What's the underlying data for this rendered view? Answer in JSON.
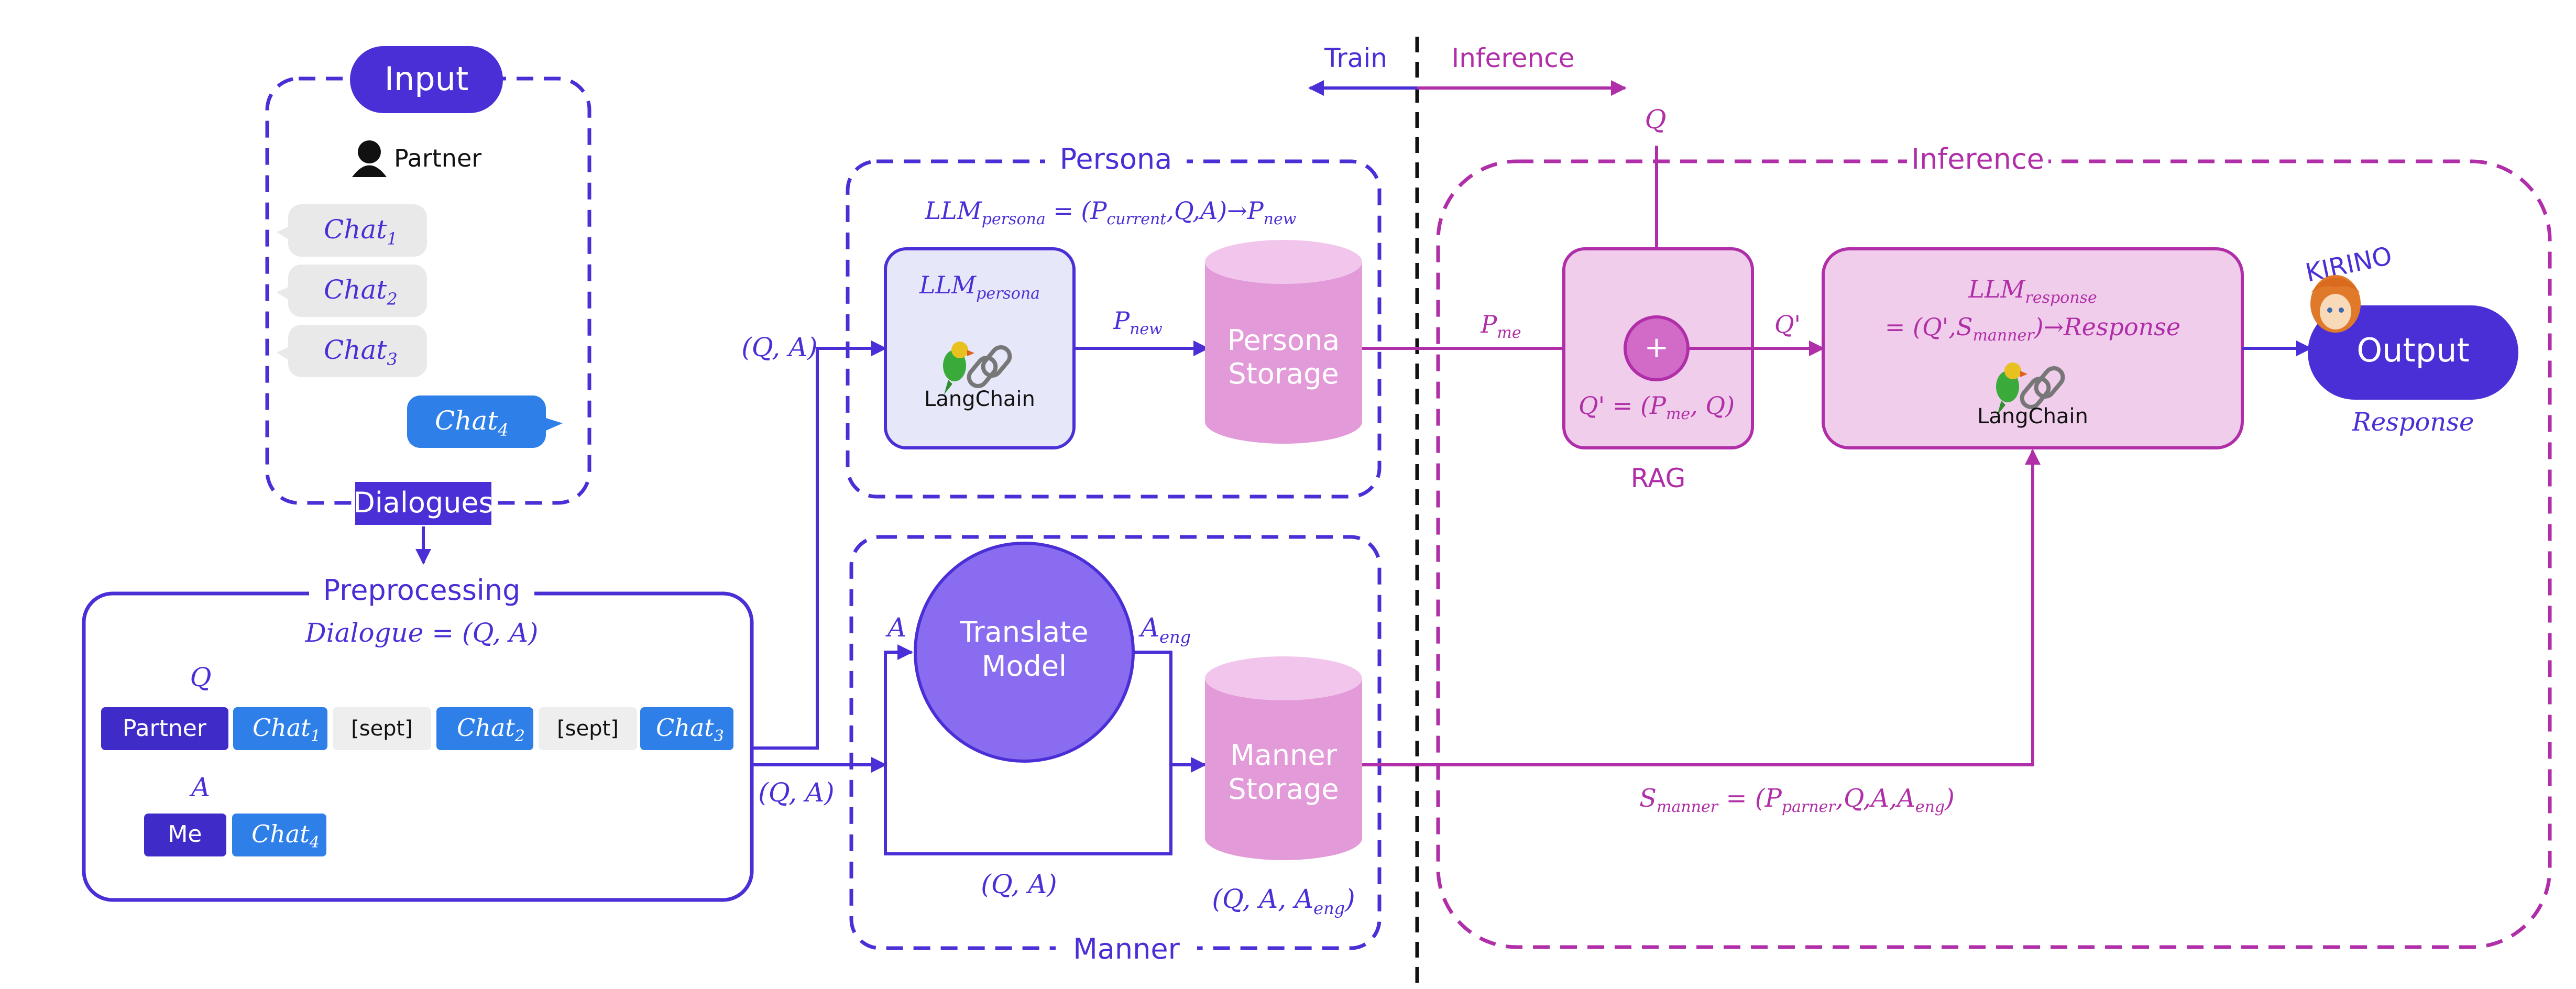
{
  "colors": {
    "blue": "#4B2FD6",
    "blue_dark": "#3F2BC8",
    "chat_blue": "#2F7FE8",
    "chat_gray": "#E9E9E9",
    "magenta": "#B02EA8",
    "pink_fill": "#F0CDEA",
    "pink_cyl": "#E39AD8",
    "purple_circle": "#8A6CF0",
    "lavender": "#E6E8FA"
  },
  "input": {
    "title": "Input",
    "partner": "Partner",
    "chat1": "Chat",
    "chat1_sub": "1",
    "chat2": "Chat",
    "chat2_sub": "2",
    "chat3": "Chat",
    "chat3_sub": "3",
    "chat4": "Chat",
    "chat4_sub": "4",
    "dialogues": "Dialogues"
  },
  "preprocessing": {
    "title": "Preprocessing",
    "formula": "Dialogue = (Q, A)",
    "q_label": "Q",
    "a_label": "A",
    "partner": "Partner",
    "chat1": "Chat",
    "chat1_sub": "1",
    "sep1": "[sept]",
    "chat2": "Chat",
    "chat2_sub": "2",
    "sep2": "[sept]",
    "chat3": "Chat",
    "chat3_sub": "3",
    "me": "Me",
    "chat4": "Chat",
    "chat4_sub": "4"
  },
  "flow": {
    "qa_upper": "(Q, A)",
    "qa_lower": "(Q, A)"
  },
  "persona": {
    "title": "Persona",
    "formula_llm": "LLM",
    "formula_llm_sub": "persona",
    "formula_rest_a": " = (P",
    "formula_cur_sub": "current",
    "formula_rest_b": ",Q,A)→P",
    "formula_new_sub": "new",
    "llm_label": "LLM",
    "llm_label_sub": "persona",
    "langchain": "LangChain",
    "p_new": "P",
    "p_new_sub": "new",
    "storage_line1": "Persona",
    "storage_line2": "Storage"
  },
  "manner": {
    "title": "Manner",
    "a_label": "A",
    "model_line1": "Translate",
    "model_line2": "Model",
    "a_eng": "A",
    "a_eng_sub": "eng",
    "qa_loop": "(Q, A)",
    "storage_line1": "Manner",
    "storage_line2": "Storage",
    "storage_caption": "(Q, A, A",
    "storage_caption_sub": "eng",
    "storage_caption_end": ")"
  },
  "train_inference": {
    "train": "Train",
    "inference": "Inference",
    "q_top": "Q"
  },
  "inference": {
    "title": "Inference",
    "p_me": "P",
    "p_me_sub": "me",
    "plus": "+",
    "q_prime_formula_a": "Q' = (P",
    "q_prime_formula_sub": "me",
    "q_prime_formula_b": ", Q)",
    "rag": "RAG",
    "q_prime": "Q'",
    "resp_llm": "LLM",
    "resp_llm_sub": "response",
    "resp_formula_a": "= (Q',S",
    "resp_formula_sub": "manner",
    "resp_formula_b": ")→Response",
    "langchain": "LangChain",
    "s_manner_a": "S",
    "s_manner_sub": "manner",
    "s_manner_b": " = (P",
    "s_manner_parner_sub": "parner",
    "s_manner_c": ",Q,A,A",
    "s_manner_eng_sub": "eng",
    "s_manner_d": ")"
  },
  "output": {
    "kirino": "KIRINO",
    "output": "Output",
    "response": "Response"
  }
}
